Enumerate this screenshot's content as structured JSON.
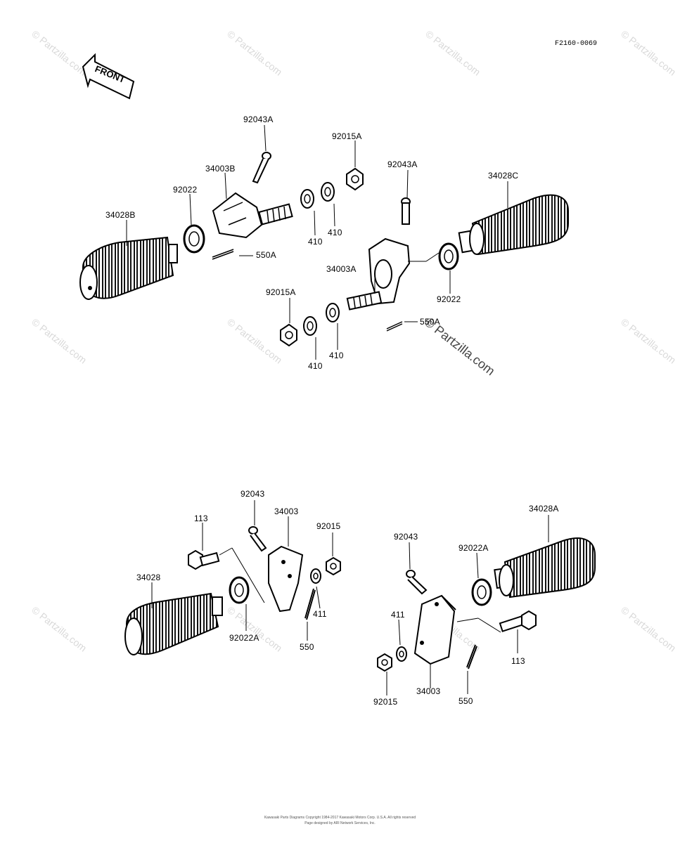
{
  "diagram_code": "F2160-0069",
  "front_label": "FRONT",
  "watermark_text": "© Partzilla.com",
  "watermark_large": "© Partzilla.com",
  "footer": {
    "line1": "Kawasaki Parts Diagrams Copyright 1984-2017 Kawasaki Motors Corp. U.S.A. All rights reserved",
    "line2": "Page designed by ARI Network Services, Inc."
  },
  "callouts": {
    "top_bolt_left": "92043A",
    "top_bracket_left": "34003B",
    "top_nut_top": "92015A",
    "top_washer_left": "92022",
    "top_footpeg_left": "34028B",
    "top_pin_left": "550A",
    "top_washer_a": "410",
    "top_washer_b": "410",
    "top_bolt_right": "92043A",
    "top_footpeg_right": "34028C",
    "top_bracket_right": "34003A",
    "top_washer_right": "92022",
    "top_nut_bottom": "92015A",
    "top_pin_right": "550A",
    "top_washer_c": "410",
    "top_washer_d": "410",
    "bl_bolt_pin": "92043",
    "bl_bracket": "34003",
    "bl_nut": "92015",
    "bl_bolt": "113",
    "bl_footpeg": "34028",
    "bl_washer_small": "411",
    "bl_washer_large": "92022A",
    "bl_cotter": "550",
    "br_footpeg": "34028A",
    "br_bolt_pin": "92043",
    "br_washer_large": "92022A",
    "br_washer_small": "411",
    "br_bolt": "113",
    "br_nut": "92015",
    "br_bracket": "34003",
    "br_cotter": "550"
  }
}
